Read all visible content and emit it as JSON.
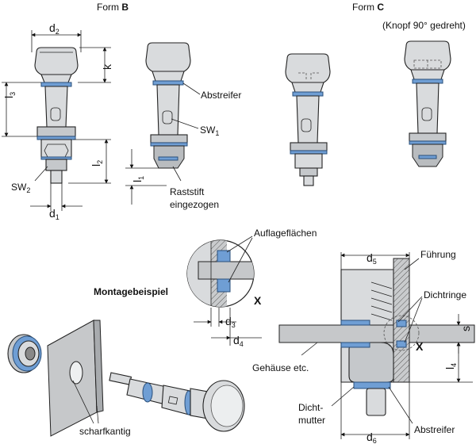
{
  "headers": {
    "form_b_prefix": "Form ",
    "form_b_letter": "B",
    "form_c_prefix": "Form ",
    "form_c_letter": "C",
    "form_c_note": "(Knopf 90° gedreht)"
  },
  "labels": {
    "abstreifer_top": "Abstreifer",
    "sw1_main": "SW",
    "sw1_sub": "1",
    "sw2_main": "SW",
    "sw2_sub": "2",
    "raststift_line1": "Raststift",
    "raststift_line2": "eingezogen",
    "montagebeispiel": "Montagebeispiel",
    "scharfkantig": "scharfkantig",
    "auflageflaechen": "Auflageflächen",
    "fuehrung": "Führung",
    "dichtringe": "Dichtringe",
    "gehaeuse": "Gehäuse etc.",
    "dichtmutter_line1": "Dicht-",
    "dichtmutter_line2": "mutter",
    "abstreifer_bottom": "Abstreifer",
    "x_detail": "X",
    "x_main": "X"
  },
  "dimensions": {
    "d2": {
      "main": "d",
      "sub": "2"
    },
    "d1": {
      "main": "d",
      "sub": "1"
    },
    "k": {
      "main": "k",
      "sub": ""
    },
    "l3": {
      "main": "l",
      "sub": "3"
    },
    "l2": {
      "main": "l",
      "sub": "2"
    },
    "l1": {
      "main": "l",
      "sub": "1"
    },
    "d3": {
      "main": "d",
      "sub": "3"
    },
    "d4": {
      "main": "d",
      "sub": "4"
    },
    "d5": {
      "main": "d",
      "sub": "5"
    },
    "d6": {
      "main": "d",
      "sub": "6"
    },
    "s": {
      "main": "s",
      "sub": ""
    },
    "l4": {
      "main": "l",
      "sub": "4"
    }
  },
  "colors": {
    "seal_blue": "#6f9ed4",
    "metal": "#d9dbdd",
    "outline": "#222222"
  }
}
